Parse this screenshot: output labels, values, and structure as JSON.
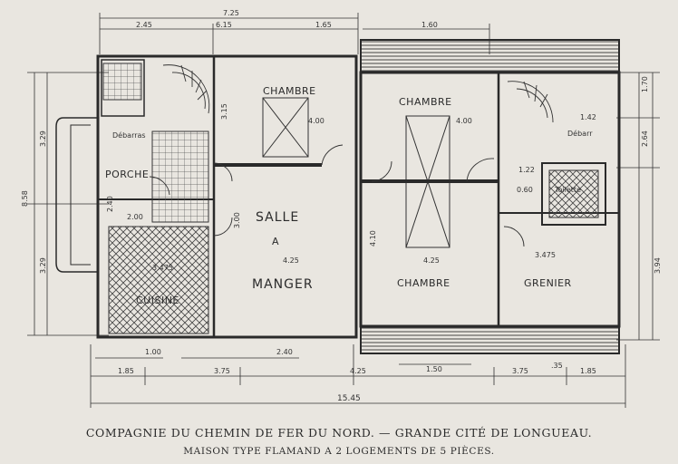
{
  "caption": {
    "line1": "COMPAGNIE DU CHEMIN DE FER DU NORD. — GRANDE CITÉ DE LONGUEAU.",
    "line2": "MAISON TYPE FLAMAND A 2 LOGEMENTS DE 5 PIÈCES."
  },
  "rooms": {
    "chambre_left": "CHAMBRE",
    "chambre_right": "CHAMBRE",
    "chambre_lower": "CHAMBRE",
    "salle": "SALLE",
    "a": "A",
    "manger": "MANGER",
    "porche": "PORCHE",
    "cuisine": "CUISINE",
    "grenier": "GRENIER",
    "debarras": "Débarras",
    "toilette": "Toilette",
    "debarr": "Débarr"
  },
  "dimensions": {
    "top_total": "7.25",
    "top_a": "2.45",
    "top_b": "6.15",
    "top_c": "1.65",
    "top_right": "1.60",
    "h25a": "4.25",
    "h25b": "4.25",
    "h25c": "4.25",
    "d400a": "4.00",
    "d400b": "4.00",
    "d410": "4.10",
    "d315": "3.15",
    "d300": "3.00",
    "d200": "2.00",
    "d240": "2.40",
    "d175": "3.475",
    "d315b": "3.475",
    "d142": "1.42",
    "d122": "1.22",
    "d060": "0.60",
    "left_858": "8.58",
    "left_329a": "3.29",
    "left_329b": "3.29",
    "right_394": "3.94",
    "right_264": "2.64",
    "right_170": "1.70",
    "bottom_185a": "1.85",
    "bottom_375a": "3.75",
    "bottom_425": "4.25",
    "bottom_375b": "3.75",
    "bottom_185b": "1.85",
    "bottom_total": "15.45",
    "bottom_100": "1.00",
    "bottom_240": "2.40",
    "bottom_150": "1.50",
    "bottom_035": ".35"
  }
}
